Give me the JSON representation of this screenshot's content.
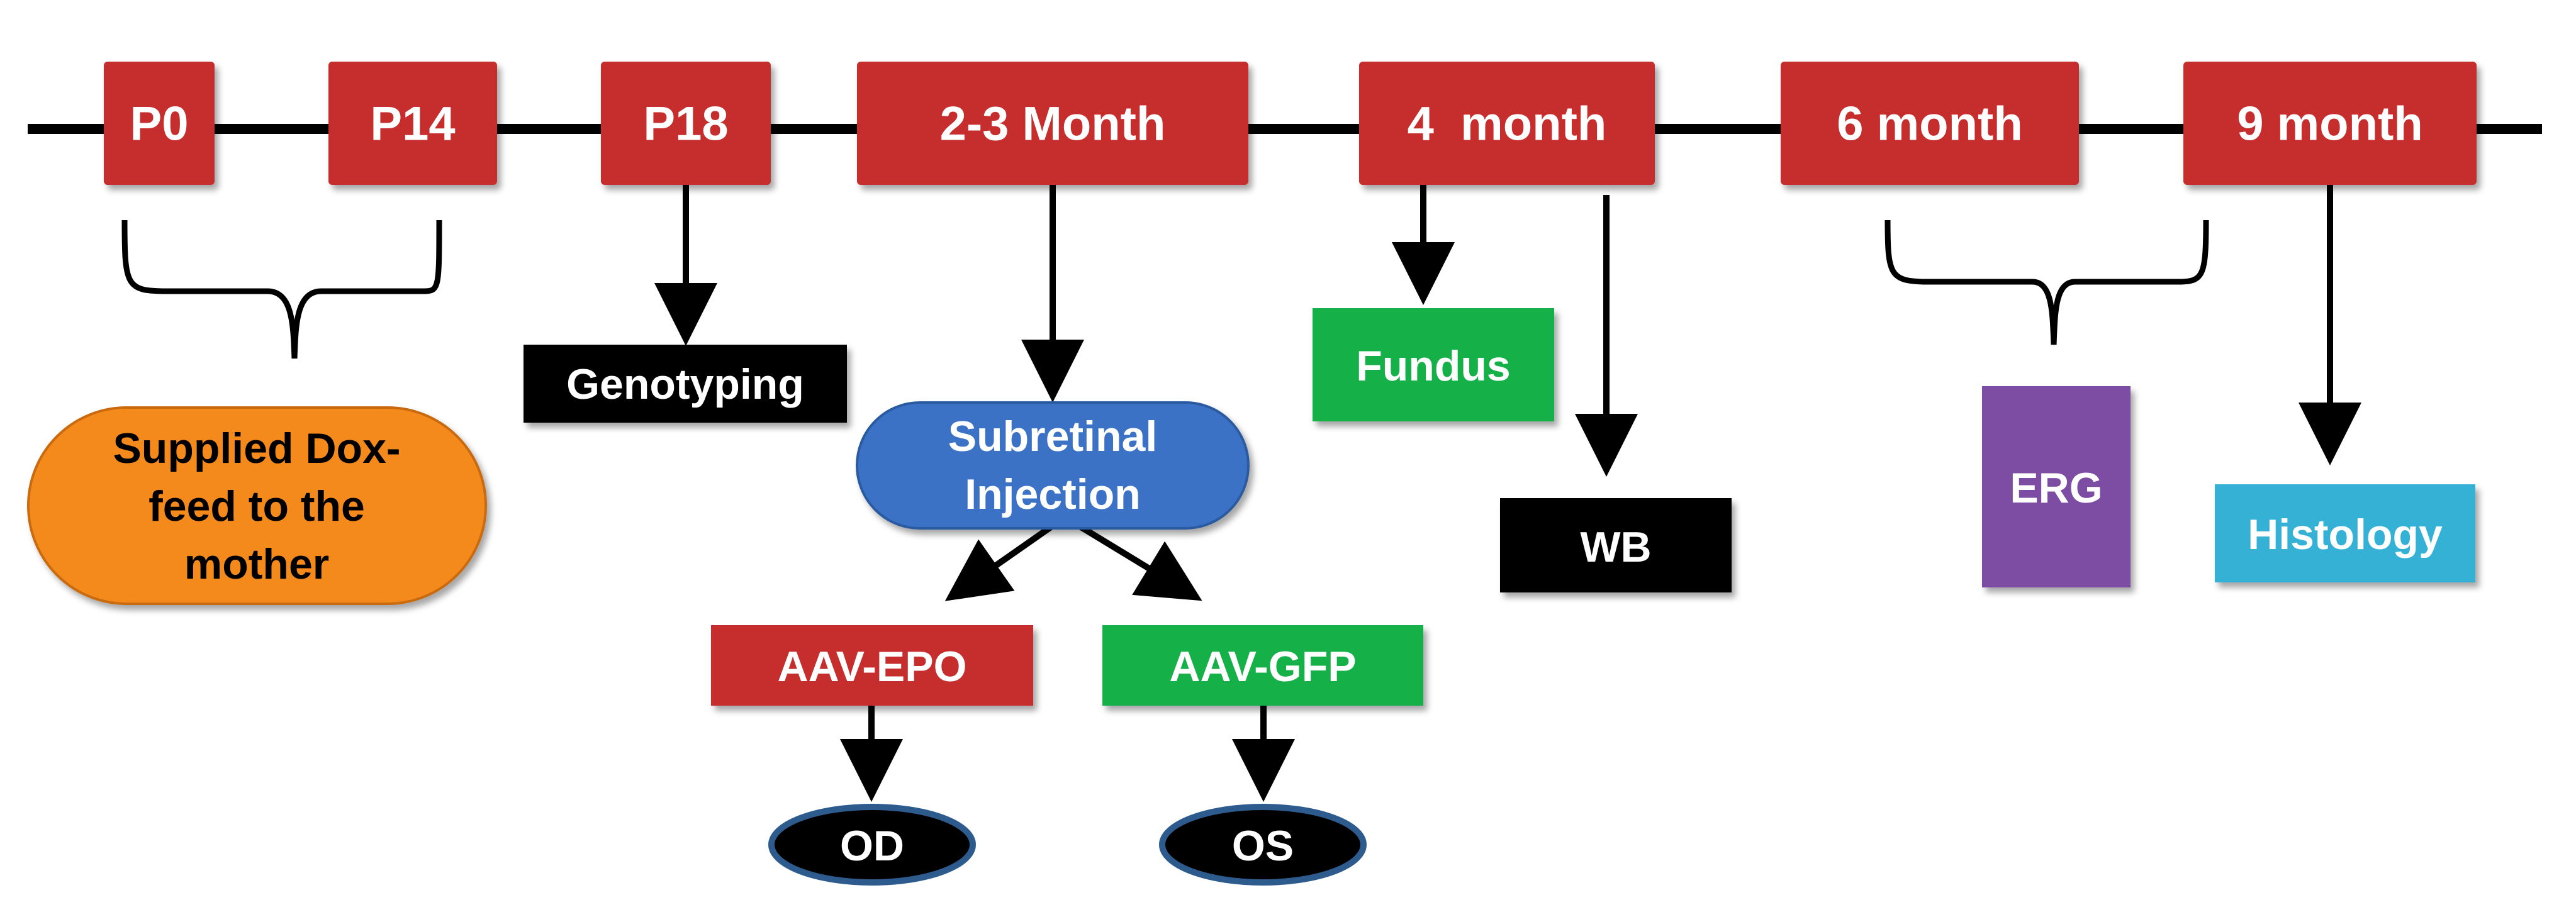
{
  "colors": {
    "timeline_box": "#c62d2d",
    "black_box": "#000000",
    "blue_box": "#3a72c5",
    "green_box": "#12b04a",
    "purple_box": "#7b4ea3",
    "cyan_box": "#35b1d6",
    "orange_box": "#f58a1f",
    "oval_border": "#2d5b8d"
  },
  "timeline": {
    "p0": "P0",
    "p14": "P14",
    "p18": "P18",
    "m2_3": "2-3 Month",
    "m4": "4  month",
    "m6": "6 month",
    "m9": "9 month"
  },
  "mother_box": {
    "line1": "Supplied Dox-",
    "line2": "feed to the",
    "line3": "mother"
  },
  "genotyping": "Genotyping",
  "injection": {
    "line1": "Subretinal",
    "line2": "Injection"
  },
  "aav_epo": "AAV-EPO",
  "aav_gfp": "AAV-GFP",
  "od": "OD",
  "os": "OS",
  "fundus": "Fundus",
  "wb": "WB",
  "erg": "ERG",
  "histology": "Histology"
}
